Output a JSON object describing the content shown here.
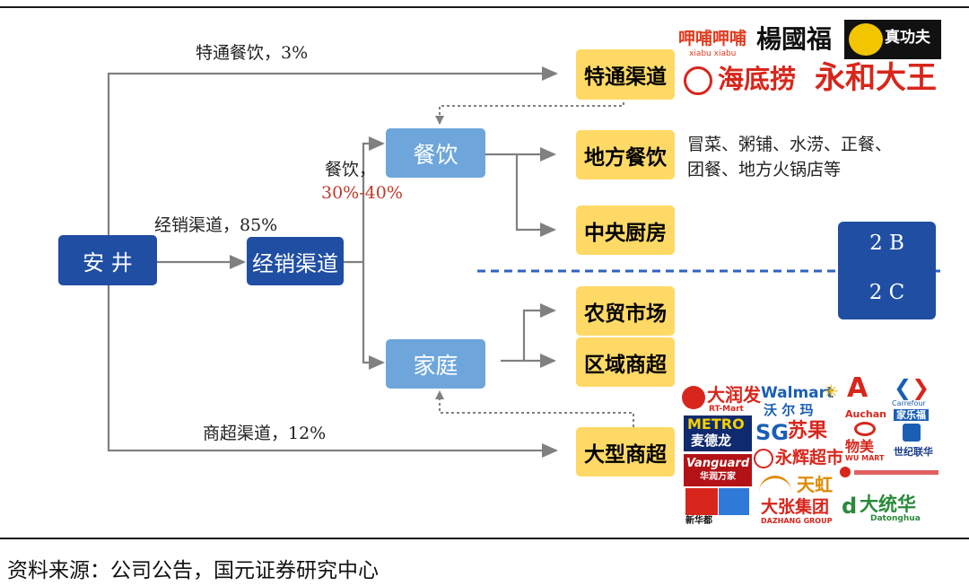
{
  "nodes": {
    "anjing": "安 井",
    "distribution": "经销渠道",
    "catering": "餐饮",
    "household": "家庭",
    "special_channel": "特通渠道",
    "local_catering": "地方餐饮",
    "central_kitchen": "中央厨房",
    "farmers_market": "农贸市场",
    "regional_supermarket": "区域商超",
    "large_supermarket": "大型商超"
  },
  "edge_labels": {
    "special_catering": "特通餐饮，3%",
    "distribution": "经销渠道，85%",
    "catering_share_label": "餐饮，",
    "catering_share_value": "30%-40%",
    "supermarket_channel": "商超渠道，12%"
  },
  "local_catering_note": [
    "冒菜、粥铺、水涝、正餐、",
    "团餐、地方火锅店等"
  ],
  "segments": {
    "to_b": "2 B",
    "to_c": "2 C"
  },
  "logos": {
    "special": {
      "xiabu": "呷哺呷哺",
      "xiabu_sub": "xiabu xiabu",
      "yangguofu": "楊國福",
      "zhengongfu": "真功夫",
      "haidilao": "海底捞",
      "yonghe": "永和大王"
    },
    "supermarket": {
      "rt_mart": "大润发",
      "rt_mart_en": "RT-Mart",
      "walmart": "Walmart",
      "walmart_cn": "沃 尔 玛",
      "auchan": "Auchan",
      "carrefour": "Carrefour",
      "carrefour_cn": "家乐福",
      "metro": "METRO",
      "metro_cn": "麦德龙",
      "suguo": "苏果",
      "suguo_en": "SG",
      "yonghui": "永辉超市",
      "wumart": "物美",
      "wumart_en": "WU MART",
      "century_mart": "世纪联华",
      "vanguard": "Vanguard",
      "vanguard_cn": "华润万家",
      "tianhong": "天虹",
      "xinhuadu": "新华都",
      "dazhang": "大张集团",
      "dazhang_en": "DAZHANG GROUP",
      "datonghua": "大统华",
      "datonghua_en": "Datonghua"
    }
  },
  "colors": {
    "dark_blue": "#1f4ea3",
    "light_blue": "#6ea6dc",
    "yellow": "#ffd966",
    "arrow_gray": "#808080",
    "accent_red": "#c0392b"
  },
  "source": "资料来源：公司公告，国元证券研究中心"
}
